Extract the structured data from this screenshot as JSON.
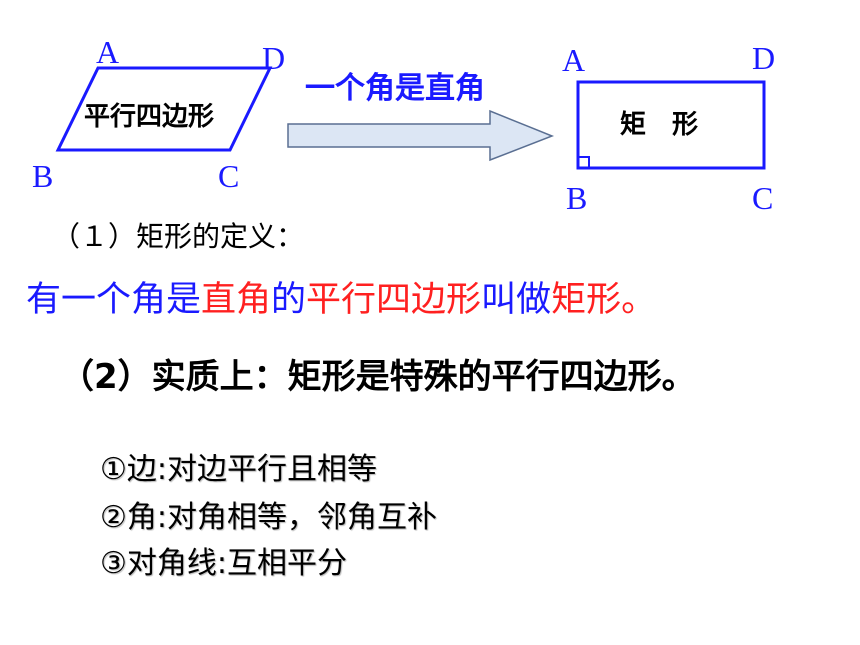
{
  "figure": {
    "parallelogram": {
      "vertices": [
        "A",
        "D",
        "B",
        "C"
      ],
      "label": "平行四边形"
    },
    "arrow_label": "一个角是直角",
    "rectangle": {
      "vertices": [
        "A",
        "D",
        "B",
        "C"
      ],
      "label": "矩　形"
    }
  },
  "definition": {
    "heading": "（１）矩形的定义：",
    "sentence": {
      "p1": "有一个角是",
      "p2": "直角",
      "p3": "的",
      "p4": "平行四边形",
      "p5": "叫做",
      "p6": "矩形",
      "p7": "。"
    }
  },
  "essence": "（2）实质上：矩形是特殊的平行四边形。",
  "properties": [
    "①边:对边平行且相等",
    "②角:对角相等，邻角互补",
    "③对角线:互相平分"
  ],
  "colors": {
    "blue": "#1a1aff",
    "red": "#ff2020",
    "arrow_fill": "#dce6f4",
    "arrow_stroke": "#5a6f92"
  }
}
